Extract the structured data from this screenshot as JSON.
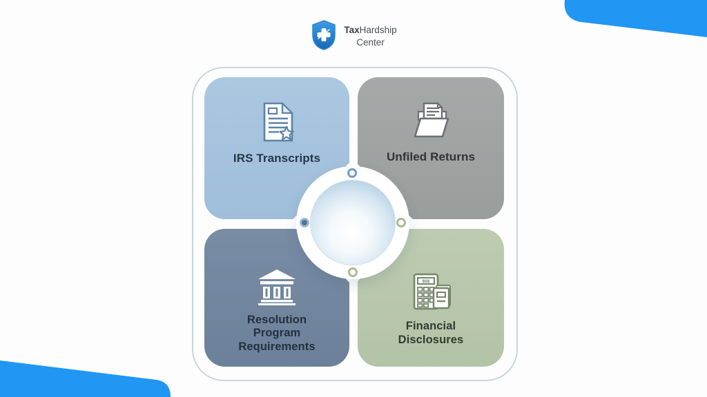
{
  "brand": {
    "name_part1": "Tax",
    "name_part2": "Hardship",
    "name_line2": "Center",
    "shield_icon": "shield-cross-icon"
  },
  "quadrants": [
    {
      "id": "irs-transcripts",
      "label": "IRS Transcripts",
      "icon": "document-star-icon",
      "bg": "#a4c3dd",
      "text_color": "#233849"
    },
    {
      "id": "unfiled-returns",
      "label": "Unfiled Returns",
      "icon": "folder-documents-icon",
      "bg": "#9ea2a1",
      "text_color": "#2e3336"
    },
    {
      "id": "resolution-program-requirements",
      "label": "Resolution Program Requirements",
      "icon": "bank-building-icon",
      "bg": "#71869f",
      "text_color": "#22303f"
    },
    {
      "id": "financial-disclosures",
      "label": "Financial Disclosures",
      "icon": "calculator-notepad-icon",
      "bg": "#b8c8ac",
      "text_color": "#2e3c31"
    }
  ],
  "calculator_display": "$$$",
  "colors": {
    "corner_accent": "#2196f3",
    "shield_blue": "#1d7fd2",
    "hub_ring": "#ffffff",
    "frame_outline": "#94aec2"
  }
}
